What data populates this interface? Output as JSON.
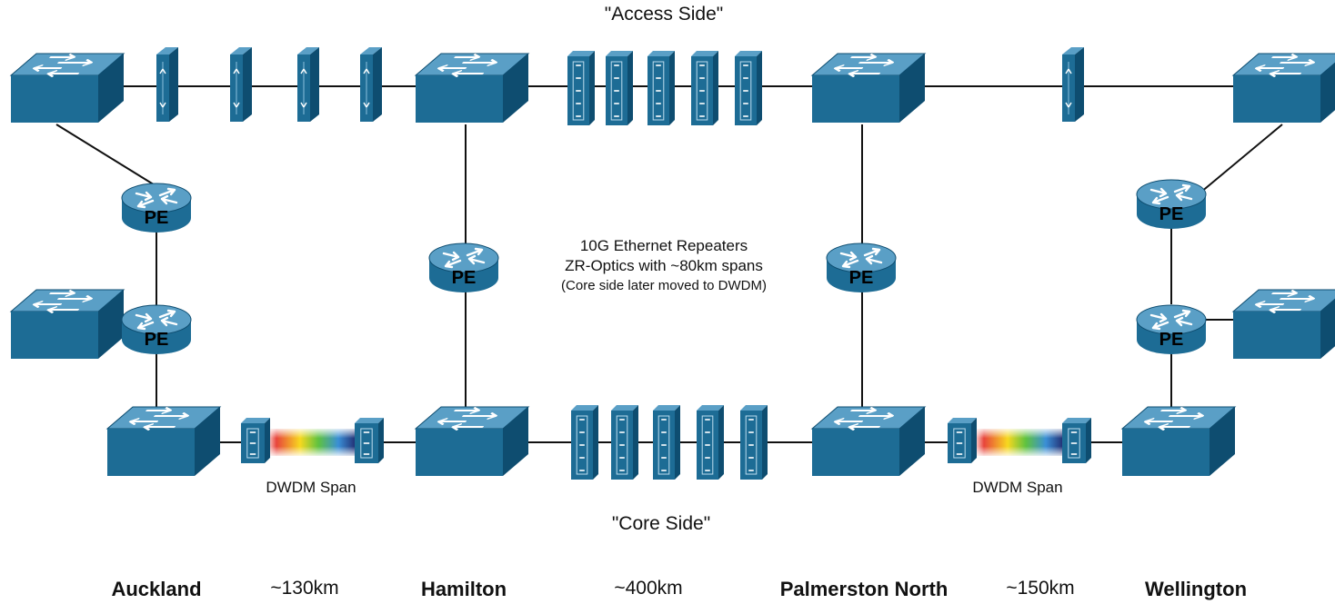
{
  "labels": {
    "access_side": "\"Access Side\"",
    "core_side": "\"Core Side\"",
    "repeater_note": {
      "line1": "10G Ethernet Repeaters",
      "line2": "ZR-Optics with ~80km spans",
      "line3": "(Core side later moved to DWDM)"
    },
    "dwdm_span_left": "DWDM Span",
    "dwdm_span_right": "DWDM Span",
    "router_label": "PE"
  },
  "locations": {
    "auckland": "Auckland",
    "hamilton": "Hamilton",
    "palmerston_north": "Palmerston North",
    "wellington": "Wellington"
  },
  "distances": {
    "auckland_hamilton": "~130km",
    "hamilton_palmerston": "~400km",
    "palmerston_wellington": "~150km"
  },
  "colors": {
    "device_front": "#1d6c95",
    "device_top": "#5a9fc6",
    "device_side": "#0e4d70",
    "link": "#111111",
    "icon_white": "#ffffff",
    "spectrum": [
      "#e8453c",
      "#f7d81f",
      "#5fc240",
      "#3a8fd6",
      "#222a6e"
    ]
  }
}
